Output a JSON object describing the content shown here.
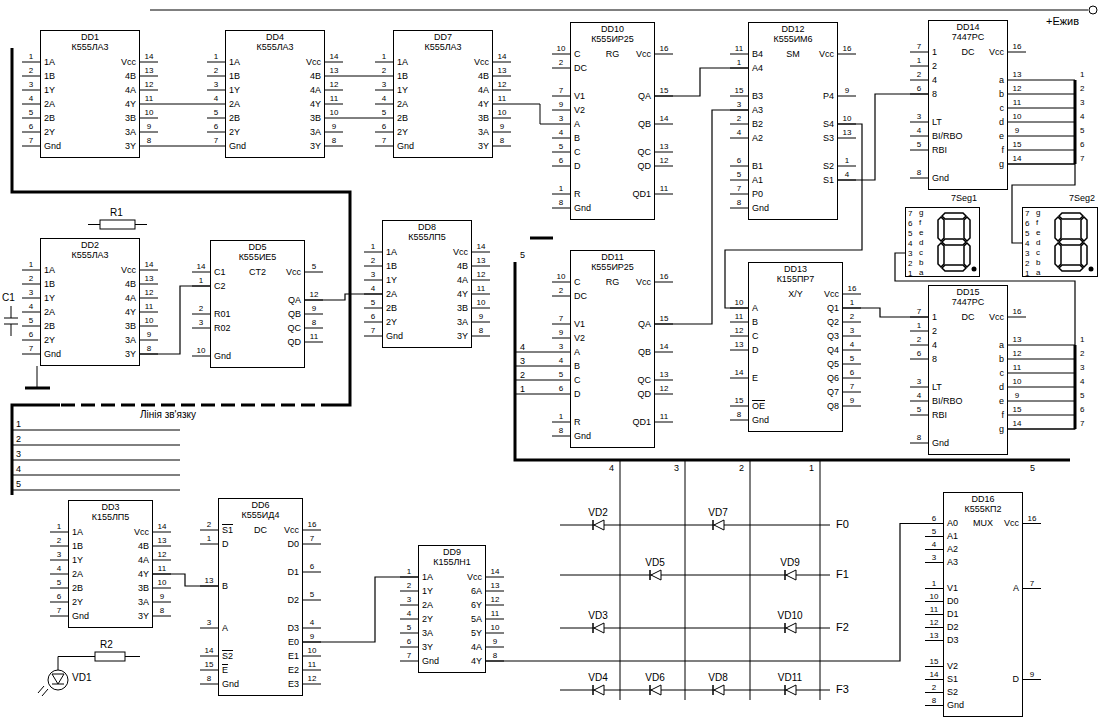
{
  "diagram": {
    "nodes": [
      {
        "text": [
          "DD1",
          "К555ЛА3",
          "1A",
          "1B",
          "1Y",
          "2A",
          "2B",
          "2Y",
          "Gnd",
          "Vcc",
          "4B",
          "4A",
          "4Y",
          "3B",
          "3A",
          "3Y"
        ]
      },
      {
        "text": [
          "DD4",
          "К555ЛА3",
          "1A",
          "1B",
          "1Y",
          "2A",
          "2B",
          "2Y",
          "Gnd",
          "Vcc",
          "4B",
          "4A",
          "4Y",
          "3B",
          "3A",
          "3Y"
        ]
      },
      {
        "text": [
          "DD7",
          "К555ЛА3",
          "1A",
          "1B",
          "1Y",
          "2A",
          "2B",
          "2Y",
          "Gnd",
          "Vcc",
          "4B",
          "4A",
          "4Y",
          "3B",
          "3A",
          "3Y"
        ]
      },
      {
        "text": [
          "DD10",
          "К555ИР25",
          "RG",
          "C",
          "DC",
          "V1",
          "V2",
          "A",
          "B",
          "C",
          "D",
          "R",
          "Gnd",
          "Vcc",
          "QA",
          "QB",
          "QC",
          "QD",
          "QD1"
        ]
      },
      {
        "text": [
          "DD12",
          "К555ИМ6",
          "SM",
          "B4",
          "A4",
          "B3",
          "A3",
          "B2",
          "A2",
          "B1",
          "A1",
          "P0",
          "Gnd",
          "Vcc",
          "P4",
          "S4",
          "S3",
          "S2",
          "S1"
        ]
      },
      {
        "text": [
          "DD14",
          "7447PC",
          "DC",
          "1",
          "2",
          "4",
          "8",
          "LT",
          "BI/RBO",
          "RBI",
          "Gnd",
          "Vcc",
          "a",
          "b",
          "c",
          "d",
          "e",
          "f",
          "g"
        ]
      },
      {
        "text": [
          "7Seg1",
          "g",
          "f",
          "e",
          "d",
          "c",
          "b",
          "a"
        ]
      },
      {
        "text": [
          "7Seg2",
          "g",
          "f",
          "e",
          "d",
          "c",
          "b",
          "a"
        ]
      },
      {
        "text": [
          "DD2",
          "К555ЛА3",
          "1A",
          "1B",
          "1Y",
          "2A",
          "2B",
          "2Y",
          "Gnd",
          "Vcc",
          "4B",
          "4A",
          "4Y",
          "3B",
          "3A",
          "3Y"
        ]
      },
      {
        "text": [
          "DD5",
          "К555ИЕ5",
          "CT2",
          "C1",
          "C2",
          "R01",
          "R02",
          "Gnd",
          "Vcc",
          "QA",
          "QB",
          "QC",
          "QD"
        ]
      },
      {
        "text": [
          "DD8",
          "К555ЛП5",
          "1A",
          "1B",
          "1Y",
          "2A",
          "2B",
          "2Y",
          "Gnd",
          "Vcc",
          "4B",
          "4A",
          "4Y",
          "3B",
          "3A",
          "3Y"
        ]
      },
      {
        "text": [
          "DD11",
          "К555ИР25",
          "RG",
          "C",
          "DC",
          "V1",
          "V2",
          "A",
          "B",
          "C",
          "D",
          "R",
          "Gnd",
          "Vcc",
          "QA",
          "QB",
          "QC",
          "QD",
          "QD1"
        ]
      },
      {
        "text": [
          "DD13",
          "К155ПР7",
          "X/Y",
          "A",
          "B",
          "C",
          "D",
          "E",
          "OE",
          "Gnd",
          "Vcc",
          "Q1",
          "Q2",
          "Q3",
          "Q4",
          "Q5",
          "Q6",
          "Q7",
          "Q8"
        ]
      },
      {
        "text": [
          "DD15",
          "7447PC",
          "DC",
          "1",
          "2",
          "4",
          "8",
          "LT",
          "BI/RBO",
          "RBI",
          "Gnd",
          "Vcc",
          "a",
          "b",
          "c",
          "d",
          "e",
          "f",
          "g"
        ]
      },
      {
        "text": [
          "DD3",
          "К155ЛП5",
          "1A",
          "1B",
          "1Y",
          "2A",
          "2B",
          "2Y",
          "Gnd",
          "Vcc",
          "4B",
          "4A",
          "4Y",
          "3B",
          "3A",
          "3Y"
        ]
      },
      {
        "text": [
          "DD6",
          "К555ИД4",
          "DC",
          "S1",
          "D",
          "B",
          "A",
          "S2",
          "E",
          "Gnd",
          "Vcc",
          "D0",
          "D1",
          "D2",
          "D3",
          "E0",
          "E1",
          "E2",
          "E3"
        ]
      },
      {
        "text": [
          "DD9",
          "К155ЛН1",
          "1A",
          "1Y",
          "2A",
          "2Y",
          "3A",
          "3Y",
          "Gnd",
          "Vcc",
          "6A",
          "6Y",
          "5A",
          "5Y",
          "4A",
          "4Y"
        ]
      },
      {
        "text": [
          "DD16",
          "К555КП2",
          "MUX",
          "A0",
          "A1",
          "A2",
          "A3",
          "V1",
          "D0",
          "D1",
          "D2",
          "D3",
          "V2",
          "S1",
          "S2",
          "Gnd",
          "Vcc",
          "A",
          "D"
        ]
      }
    ],
    "edges": [
      {
        "from": 3,
        "to": 4,
        "arrow": "none"
      },
      {
        "from": 11,
        "to": 4,
        "arrow": "none"
      },
      {
        "from": 4,
        "to": 12,
        "arrow": "none"
      },
      {
        "from": 12,
        "to": 13,
        "arrow": "none"
      },
      {
        "from": 4,
        "to": 5,
        "arrow": "none"
      },
      {
        "from": 5,
        "to": 7,
        "arrow": "none"
      },
      {
        "from": 13,
        "to": 6,
        "arrow": "none"
      },
      {
        "from": 8,
        "to": 9,
        "arrow": "none"
      },
      {
        "from": 9,
        "to": 10,
        "arrow": "none"
      },
      {
        "from": 14,
        "to": 15,
        "arrow": "none"
      },
      {
        "from": 15,
        "to": 16,
        "arrow": "none"
      },
      {
        "from": 16,
        "to": 17,
        "arrow": "none"
      }
    ],
    "labels": [
      "1",
      "2",
      "3",
      "4",
      "5",
      "6",
      "7",
      "14",
      "13",
      "12",
      "11",
      "10",
      "9",
      "8",
      "1",
      "2",
      "3",
      "4",
      "5",
      "6",
      "7",
      "14",
      "13",
      "12",
      "11",
      "10",
      "9",
      "8",
      "1",
      "2",
      "3",
      "4",
      "5",
      "6",
      "7",
      "14",
      "13",
      "12",
      "11",
      "10",
      "9",
      "8",
      "10",
      "2",
      "7",
      "9",
      "3",
      "4",
      "5",
      "6",
      "1",
      "8",
      "16",
      "15",
      "14",
      "13",
      "12",
      "11",
      "11",
      "1",
      "15",
      "3",
      "2",
      "4",
      "6",
      "5",
      "7",
      "8",
      "16",
      "9",
      "10",
      "13",
      "1",
      "4",
      "7",
      "1",
      "2",
      "6",
      "3",
      "4",
      "5",
      "8",
      "16",
      "13",
      "12",
      "11",
      "10",
      "9",
      "15",
      "14",
      "7",
      "6",
      "5",
      "4",
      "3",
      "2",
      "1",
      "7",
      "6",
      "5",
      "4",
      "3",
      "2",
      "1",
      "1",
      "2",
      "3",
      "4",
      "5",
      "6",
      "7",
      "14",
      "13",
      "12",
      "11",
      "10",
      "9",
      "8",
      "14",
      "1",
      "2",
      "3",
      "10",
      "5",
      "12",
      "9",
      "8",
      "11",
      "1",
      "2",
      "3",
      "4",
      "5",
      "6",
      "7",
      "14",
      "13",
      "12",
      "11",
      "10",
      "9",
      "8",
      "10",
      "2",
      "7",
      "9",
      "3",
      "4",
      "5",
      "6",
      "1",
      "8",
      "16",
      "15",
      "14",
      "13",
      "12",
      "11",
      "10",
      "11",
      "12",
      "13",
      "14",
      "15",
      "8",
      "16",
      "1",
      "2",
      "3",
      "4",
      "5",
      "6",
      "7",
      "9",
      "7",
      "1",
      "2",
      "6",
      "3",
      "4",
      "5",
      "8",
      "16",
      "13",
      "12",
      "11",
      "10",
      "9",
      "15",
      "14",
      "1",
      "2",
      "3",
      "4",
      "5",
      "6",
      "7",
      "14",
      "13",
      "12",
      "11",
      "10",
      "9",
      "8",
      "2",
      "1",
      "13",
      "3",
      "14",
      "15",
      "8",
      "16",
      "7",
      "6",
      "5",
      "4",
      "9",
      "10",
      "11",
      "12",
      "1",
      "2",
      "3",
      "4",
      "5",
      "6",
      "7",
      "14",
      "13",
      "12",
      "11",
      "10",
      "9",
      "8",
      "6",
      "5",
      "4",
      "3",
      "1",
      "10",
      "11",
      "12",
      "13",
      "15",
      "14",
      "2",
      "8",
      "16",
      "7",
      "9",
      "+Ежив",
      "R1",
      "C1",
      "Лінія зв'язку",
      "1",
      "2",
      "3",
      "4",
      "5",
      "5",
      "4",
      "3",
      "2",
      "1",
      "4",
      "3",
      "2",
      "1",
      "5",
      "1",
      "2",
      "3",
      "4",
      "5",
      "6",
      "7",
      "1",
      "2",
      "3",
      "4",
      "5",
      "6",
      "7",
      "R2",
      "VD1",
      "VD2",
      "VD7",
      "VD5",
      "VD9",
      "VD3",
      "VD10",
      "VD4",
      "VD6",
      "VD8",
      "VD11",
      "F0",
      "F1",
      "F2",
      "F3"
    ]
  }
}
